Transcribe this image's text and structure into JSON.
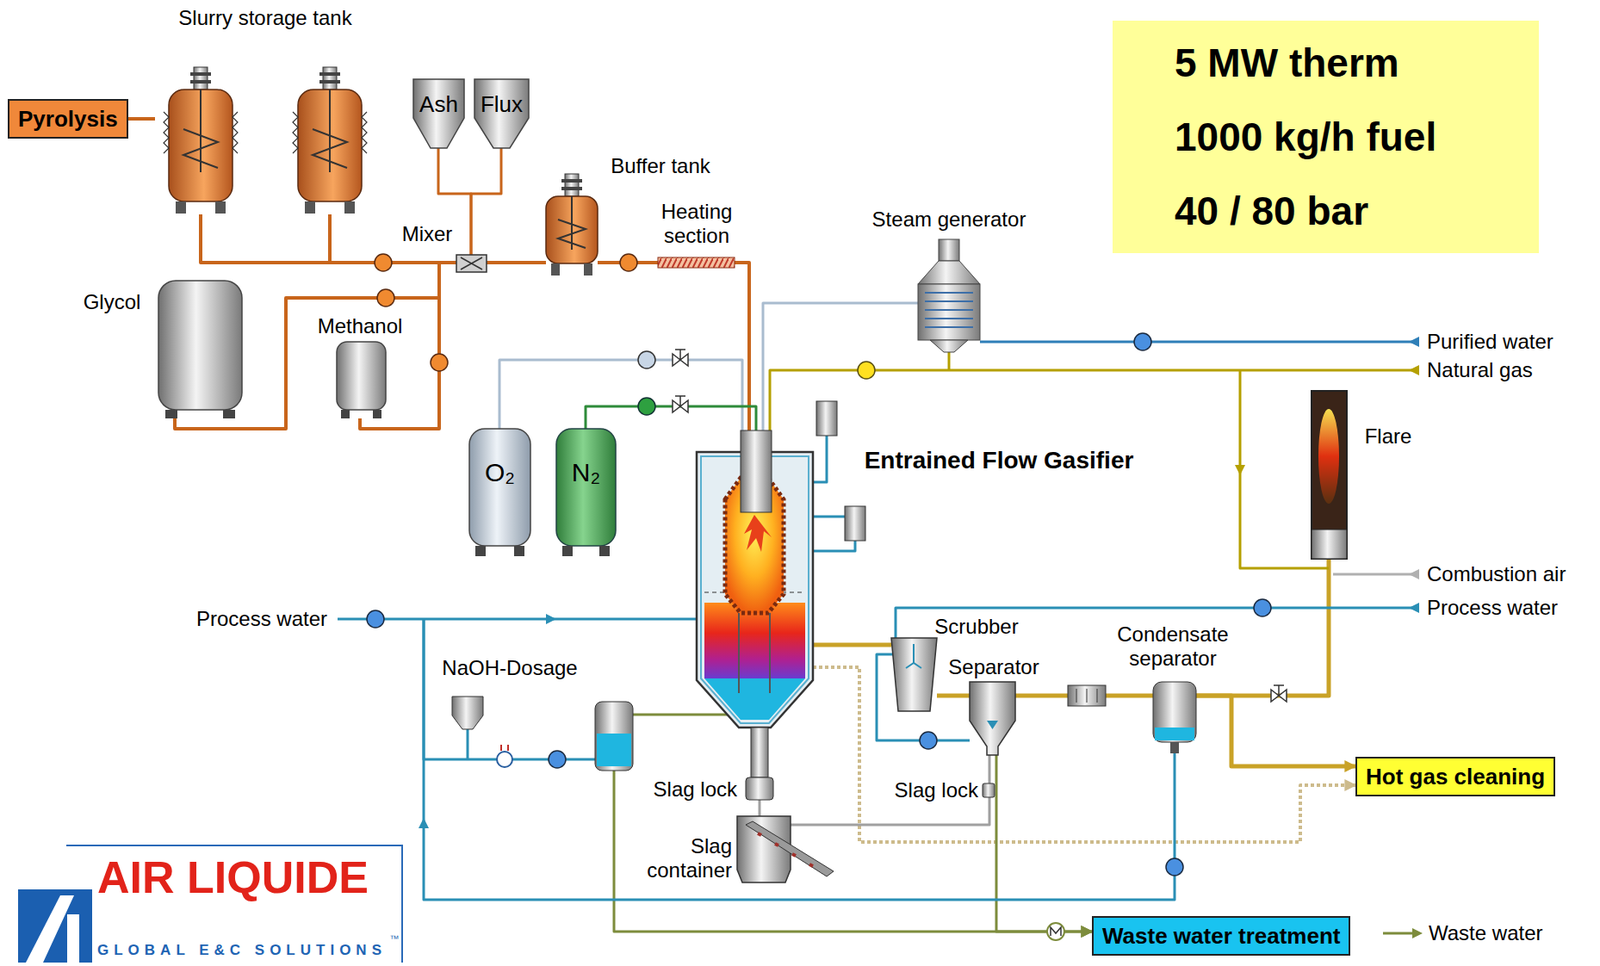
{
  "diagram": {
    "nodes": [
      {
        "text": [
          "Slurry storage tank"
        ]
      },
      {
        "text": [
          "Pyrolysis"
        ]
      },
      {
        "text": [
          "Ash"
        ]
      },
      {
        "text": [
          "Flux"
        ]
      },
      {
        "text": [
          "Mixer"
        ]
      },
      {
        "text": [
          "Buffer tank"
        ]
      },
      {
        "text": [
          "Glycol"
        ]
      },
      {
        "text": [
          "Methanol"
        ]
      },
      {
        "text": [
          "5 MW therm",
          "1000 kg/h fuel",
          "40 / 80 bar"
        ]
      },
      {
        "text": [
          "Steam generator"
        ]
      },
      {
        "text": [
          "O₂"
        ]
      },
      {
        "text": [
          "N₂"
        ]
      },
      {
        "text": [
          "Entrained Flow Gasifier"
        ]
      },
      {
        "text": [
          "Flare"
        ]
      },
      {
        "text": [
          "Scrubber"
        ]
      },
      {
        "text": [
          "Separator"
        ]
      },
      {
        "text": [
          "Condensate separator"
        ]
      },
      {
        "text": [
          "Hot gas cleaning"
        ]
      },
      {
        "text": [
          "Slag container"
        ]
      },
      {
        "text": [
          "Waste water treatment"
        ]
      },
      {
        "text": [
          "AIR LIQUIDE",
          "GLOBAL E&C SOLUTIONS"
        ]
      }
    ],
    "edges": [
      {
        "from": 1,
        "to": 0,
        "arrow": "none"
      },
      {
        "from": 0,
        "to": 4,
        "arrow": "none"
      },
      {
        "from": 6,
        "to": 4,
        "arrow": "none"
      },
      {
        "from": 7,
        "to": 4,
        "arrow": "none"
      },
      {
        "from": 2,
        "to": 4,
        "arrow": "none"
      },
      {
        "from": 3,
        "to": 4,
        "arrow": "none"
      },
      {
        "from": 4,
        "to": 5,
        "arrow": "none"
      },
      {
        "from": 5,
        "to": 12,
        "arrow": "none"
      },
      {
        "from": 10,
        "to": 12,
        "arrow": "none"
      },
      {
        "from": 11,
        "to": 12,
        "arrow": "none"
      },
      {
        "from": 9,
        "to": 12,
        "arrow": "none"
      },
      {
        "from": 12,
        "to": 14,
        "arrow": "none"
      },
      {
        "from": 14,
        "to": 15,
        "arrow": "none"
      },
      {
        "from": 15,
        "to": 16,
        "arrow": "none"
      },
      {
        "from": 16,
        "to": 17,
        "arrow": "to"
      },
      {
        "from": 16,
        "to": 13,
        "arrow": "none"
      },
      {
        "from": 12,
        "to": 17,
        "arrow": "to"
      },
      {
        "from": 12,
        "to": 18,
        "arrow": "none"
      },
      {
        "from": 15,
        "to": 18,
        "arrow": "none"
      },
      {
        "from": 12,
        "to": 19,
        "arrow": "to"
      },
      {
        "from": 15,
        "to": 19,
        "arrow": "to"
      }
    ],
    "labels": [
      "Heating section",
      "Purified water",
      "Natural gas",
      "Combustion air",
      "Process water",
      "Process water",
      "NaOH-Dosage",
      "Slag lock",
      "Slag lock",
      "Waste water",
      "™"
    ]
  }
}
